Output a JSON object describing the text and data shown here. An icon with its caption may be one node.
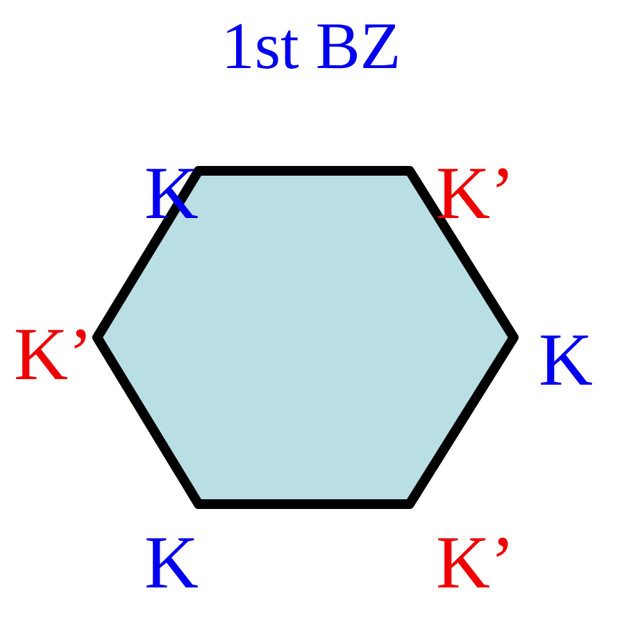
{
  "diagram": {
    "title": "1st BZ",
    "nodes": [
      {
        "text": [],
        "shape": "hexagon"
      }
    ],
    "labels": [
      "K",
      "K’",
      "K’",
      "K",
      "K",
      "K’"
    ]
  }
}
